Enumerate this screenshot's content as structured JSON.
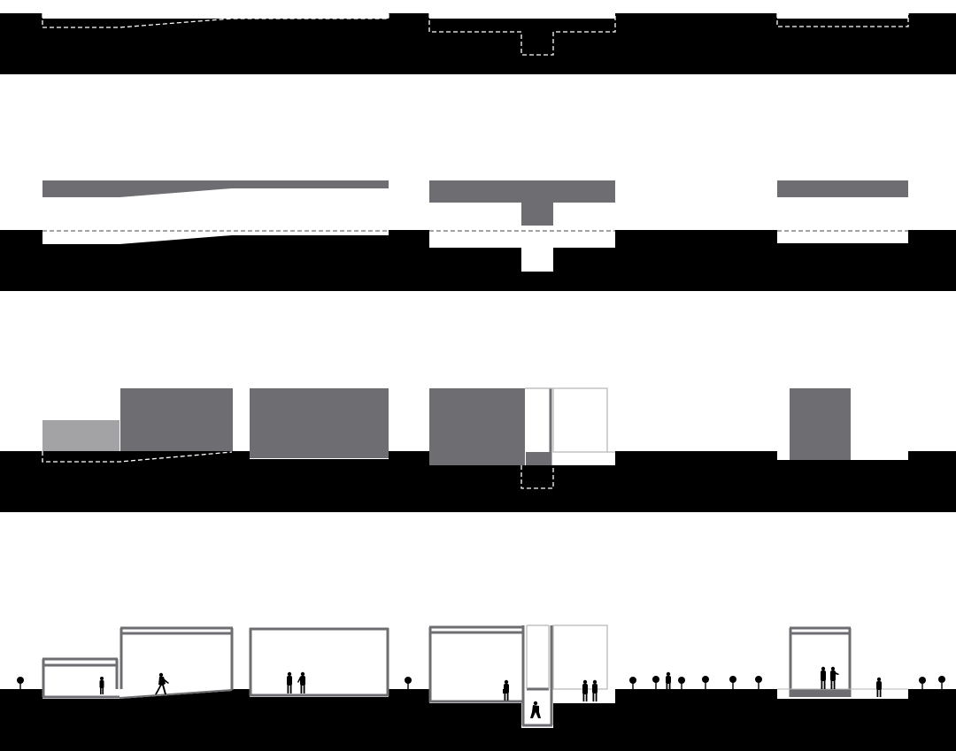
{
  "diagram": {
    "description_kind": "architectural section sequence",
    "rows": [
      {
        "id": "row-1",
        "name": "excavation-outline"
      },
      {
        "id": "row-2",
        "name": "roof-slabs-with-voids"
      },
      {
        "id": "row-3",
        "name": "building-masses"
      },
      {
        "id": "row-4",
        "name": "inhabited-sections"
      }
    ],
    "colors": {
      "ground": "#000000",
      "mass": "#6e6d71",
      "mass_light": "#a3a3a5",
      "wall": "#6e6d71",
      "outline": "#ffffff",
      "figure": "#000000",
      "background": "#ffffff",
      "thin_line": "#b5b5b5"
    }
  }
}
